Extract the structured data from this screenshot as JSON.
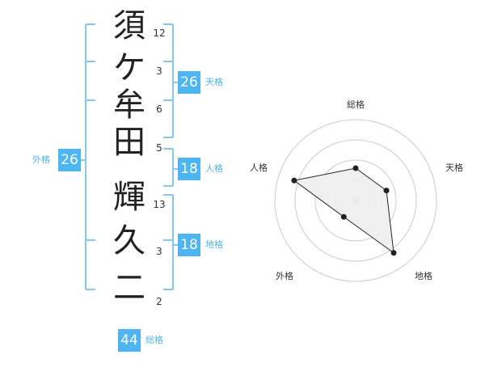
{
  "name": {
    "characters": [
      "須",
      "ケ",
      "牟",
      "田",
      "輝",
      "久",
      "二"
    ],
    "strokes": [
      "12",
      "3",
      "6",
      "5",
      "13",
      "3",
      "2"
    ]
  },
  "kakusu": {
    "tenkaku": {
      "value": "26",
      "label": "天格"
    },
    "jinkaku": {
      "value": "18",
      "label": "人格"
    },
    "chikaku": {
      "value": "18",
      "label": "地格"
    },
    "gaikaku": {
      "value": "26",
      "label": "外格"
    },
    "soukaku": {
      "value": "44",
      "label": "総格"
    }
  },
  "radar": {
    "axis_labels": [
      "総格",
      "天格",
      "地格",
      "外格",
      "人格"
    ],
    "rings": 4,
    "values": [
      0.4,
      0.4,
      0.8,
      0.25,
      0.8
    ]
  },
  "colors": {
    "accent": "#4db6f2",
    "bracket": "#7fc9f4",
    "text": "#222222",
    "grid": "#cccccc",
    "polygon_fill": "#eeeeee"
  }
}
